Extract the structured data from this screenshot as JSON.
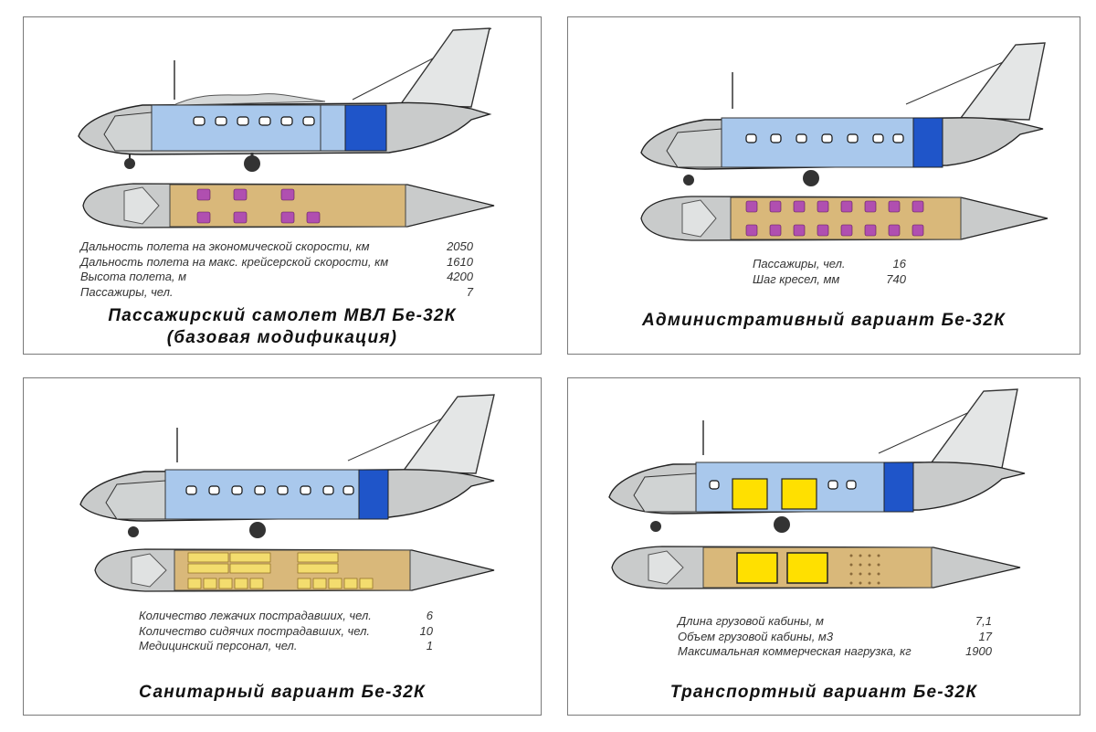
{
  "panels": [
    {
      "title_lines": [
        "Пассажирский самолет МВЛ Бе-32К",
        "(базовая модификация)"
      ],
      "specs": [
        {
          "label": "Дальность полета на экономической скорости, км",
          "value": "2050"
        },
        {
          "label": "Дальность полета на макс. крейсерской скорости, км",
          "value": "1610"
        },
        {
          "label": "Высота полета, м",
          "value": "4200"
        },
        {
          "label": "Пассажиры, чел.",
          "value": "7"
        }
      ]
    },
    {
      "title_lines": [
        "Административный вариант Бе-32К"
      ],
      "specs": [
        {
          "label": "Пассажиры, чел.",
          "value": "16"
        },
        {
          "label": "Шаг кресел, мм",
          "value": "740"
        }
      ]
    },
    {
      "title_lines": [
        "Санитарный вариант Бе-32К"
      ],
      "specs": [
        {
          "label": "Количество лежачих пострадавших, чел.",
          "value": "6"
        },
        {
          "label": "Количество сидячих пострадавших, чел.",
          "value": "10"
        },
        {
          "label": "Медицинский персонал, чел.",
          "value": "1"
        }
      ]
    },
    {
      "title_lines": [
        "Транспортный вариант Бе-32К"
      ],
      "specs": [
        {
          "label": "Длина грузовой кабины, м",
          "value": "7,1"
        },
        {
          "label": "Объем грузовой кабины, м3",
          "value": "17"
        },
        {
          "label": "Максимальная коммерческая нагрузка, кг",
          "value": "1900"
        }
      ]
    }
  ],
  "colors": {
    "fuselage_gray": "#c9cbcb",
    "cabin_blue": "#a9c8ec",
    "compartment_blue": "#1f55c9",
    "floor_tan": "#d9b87a",
    "seat_purple": "#b04fb0",
    "stretcher_yellow": "#f3dc6e",
    "cargo_yellow": "#ffe000"
  }
}
